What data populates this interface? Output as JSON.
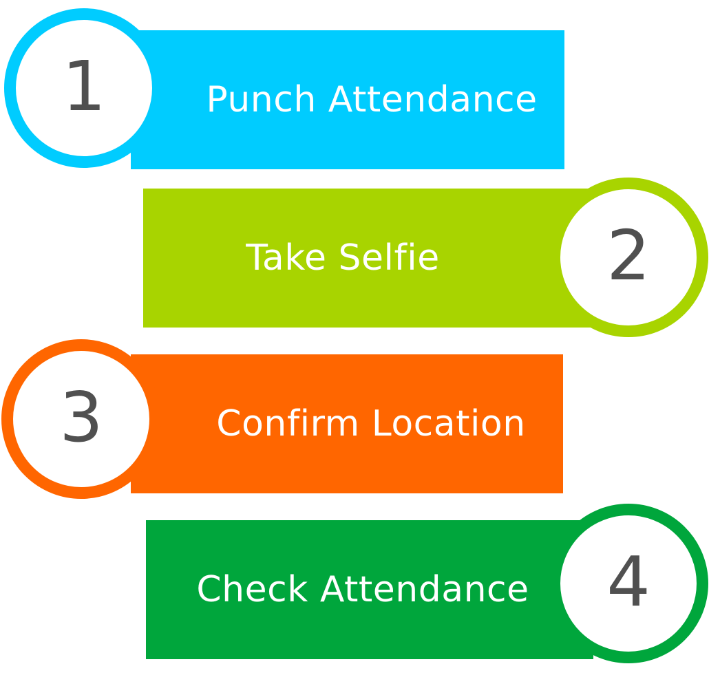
{
  "steps": [
    {
      "number": "1",
      "label": "Punch Attendance",
      "color": "#00ccff"
    },
    {
      "number": "2",
      "label": "Take Selfie",
      "color": "#a8d400"
    },
    {
      "number": "3",
      "label": "Confirm Location",
      "color": "#ff6600"
    },
    {
      "number": "4",
      "label": "Check Attendance",
      "color": "#00a63c"
    }
  ]
}
